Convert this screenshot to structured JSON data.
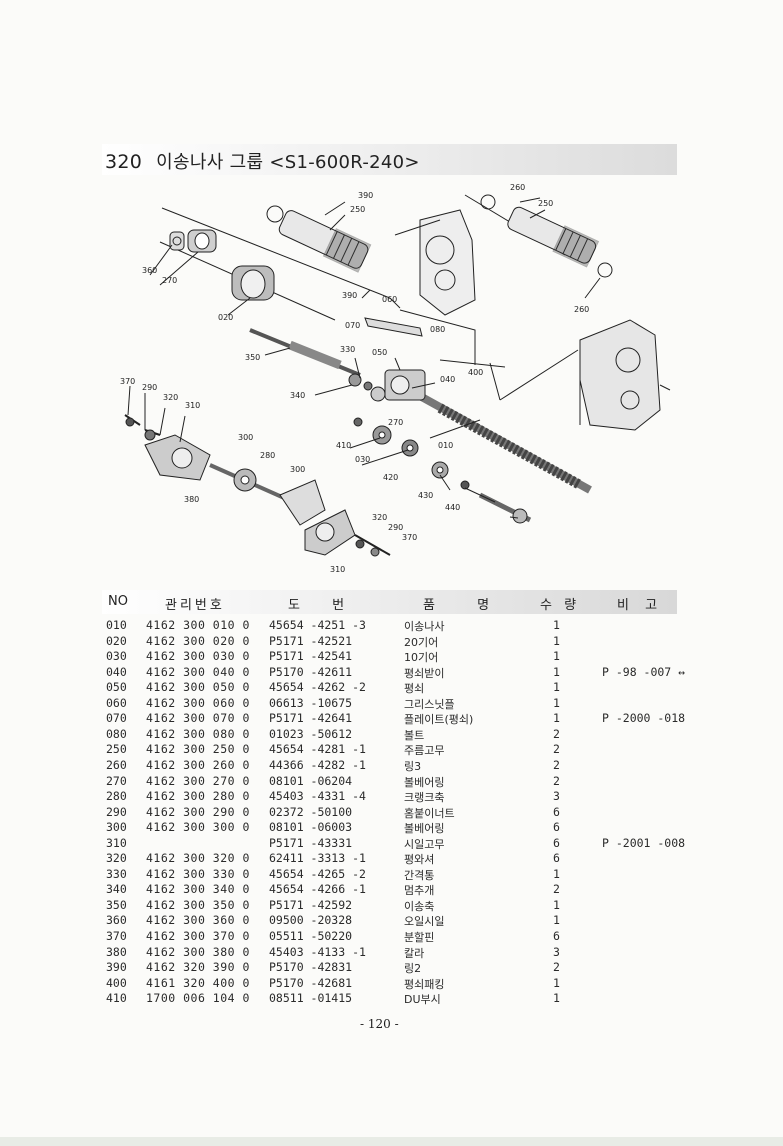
{
  "section": {
    "number": "320",
    "title": "이송나사 그룹 <S1-600R-240>"
  },
  "headers": {
    "no": "NO",
    "mgmt": "관리번호",
    "drawing": "도 번",
    "name": "품 명",
    "qty": "수 량",
    "remark": "비 고"
  },
  "rows": [
    {
      "no": "010",
      "mgmt": "4162 300 010 0",
      "drawing": "45654 -4251 -3",
      "name": "이송나사",
      "qty": "1",
      "remark": ""
    },
    {
      "no": "020",
      "mgmt": "4162 300 020 0",
      "drawing": "P5171 -42521",
      "name": "20기어",
      "qty": "1",
      "remark": ""
    },
    {
      "no": "030",
      "mgmt": "4162 300 030 0",
      "drawing": "P5171 -42541",
      "name": "10기어",
      "qty": "1",
      "remark": ""
    },
    {
      "no": "040",
      "mgmt": "4162 300 040 0",
      "drawing": "P5170 -42611",
      "name": "평쇠받이",
      "qty": "1",
      "remark": "P -98 -007 ↔"
    },
    {
      "no": "050",
      "mgmt": "4162 300 050 0",
      "drawing": "45654 -4262 -2",
      "name": "평쇠",
      "qty": "1",
      "remark": ""
    },
    {
      "no": "060",
      "mgmt": "4162 300 060 0",
      "drawing": "06613 -10675",
      "name": "그리스닛플",
      "qty": "1",
      "remark": ""
    },
    {
      "no": "070",
      "mgmt": "4162 300 070 0",
      "drawing": "P5171 -42641",
      "name": "플레이트(평쇠)",
      "qty": "1",
      "remark": "P -2000 -018"
    },
    {
      "no": "080",
      "mgmt": "4162 300 080 0",
      "drawing": "01023 -50612",
      "name": "볼트",
      "qty": "2",
      "remark": ""
    },
    {
      "no": "250",
      "mgmt": "4162 300 250 0",
      "drawing": "45654 -4281 -1",
      "name": "주름고무",
      "qty": "2",
      "remark": ""
    },
    {
      "no": "260",
      "mgmt": "4162 300 260 0",
      "drawing": "44366 -4282 -1",
      "name": "링3",
      "qty": "2",
      "remark": ""
    },
    {
      "no": "270",
      "mgmt": "4162 300 270 0",
      "drawing": "08101 -06204",
      "name": "볼베어링",
      "qty": "2",
      "remark": ""
    },
    {
      "no": "280",
      "mgmt": "4162 300 280 0",
      "drawing": "45403 -4331 -4",
      "name": "크랭크축",
      "qty": "3",
      "remark": ""
    },
    {
      "no": "290",
      "mgmt": "4162 300 290 0",
      "drawing": "02372 -50100",
      "name": "홈붙이너트",
      "qty": "6",
      "remark": ""
    },
    {
      "no": "300",
      "mgmt": "4162 300 300 0",
      "drawing": "08101 -06003",
      "name": "볼베어링",
      "qty": "6",
      "remark": ""
    },
    {
      "no": "310",
      "mgmt": "",
      "drawing": "P5171 -43331",
      "name": "시일고무",
      "qty": "6",
      "remark": "P -2001 -008"
    },
    {
      "no": "320",
      "mgmt": "4162 300 320 0",
      "drawing": "62411 -3313 -1",
      "name": "평와셔",
      "qty": "6",
      "remark": ""
    },
    {
      "no": "330",
      "mgmt": "4162 300 330 0",
      "drawing": "45654 -4265 -2",
      "name": "간격통",
      "qty": "1",
      "remark": ""
    },
    {
      "no": "340",
      "mgmt": "4162 300 340 0",
      "drawing": "45654 -4266 -1",
      "name": "멈추개",
      "qty": "2",
      "remark": ""
    },
    {
      "no": "350",
      "mgmt": "4162 300 350 0",
      "drawing": "P5171 -42592",
      "name": "이송축",
      "qty": "1",
      "remark": ""
    },
    {
      "no": "360",
      "mgmt": "4162 300 360 0",
      "drawing": "09500 -20328",
      "name": "오일시일",
      "qty": "1",
      "remark": ""
    },
    {
      "no": "370",
      "mgmt": "4162 300 370 0",
      "drawing": "05511 -50220",
      "name": "분할핀",
      "qty": "6",
      "remark": ""
    },
    {
      "no": "380",
      "mgmt": "4162 300 380 0",
      "drawing": "45403 -4133 -1",
      "name": "칼라",
      "qty": "3",
      "remark": ""
    },
    {
      "no": "390",
      "mgmt": "4162 320 390 0",
      "drawing": "P5170 -42831",
      "name": "링2",
      "qty": "2",
      "remark": ""
    },
    {
      "no": "400",
      "mgmt": "4161 320 400 0",
      "drawing": "P5170 -42681",
      "name": "평쇠패킹",
      "qty": "1",
      "remark": ""
    },
    {
      "no": "410",
      "mgmt": "1700 006 104 0",
      "drawing": "08511 -01415",
      "name": "DU부시",
      "qty": "1",
      "remark": ""
    }
  ],
  "page_number": "- 120 -",
  "diagram_labels": [
    "390",
    "250",
    "260",
    "250",
    "360",
    "270",
    "020",
    "390",
    "060",
    "070",
    "080",
    "350",
    "330",
    "050",
    "400",
    "260",
    "370",
    "290",
    "320",
    "310",
    "300",
    "340",
    "040",
    "270",
    "410",
    "010",
    "030",
    "420",
    "280",
    "300",
    "430",
    "440",
    "380",
    "320",
    "290",
    "370",
    "310"
  ]
}
